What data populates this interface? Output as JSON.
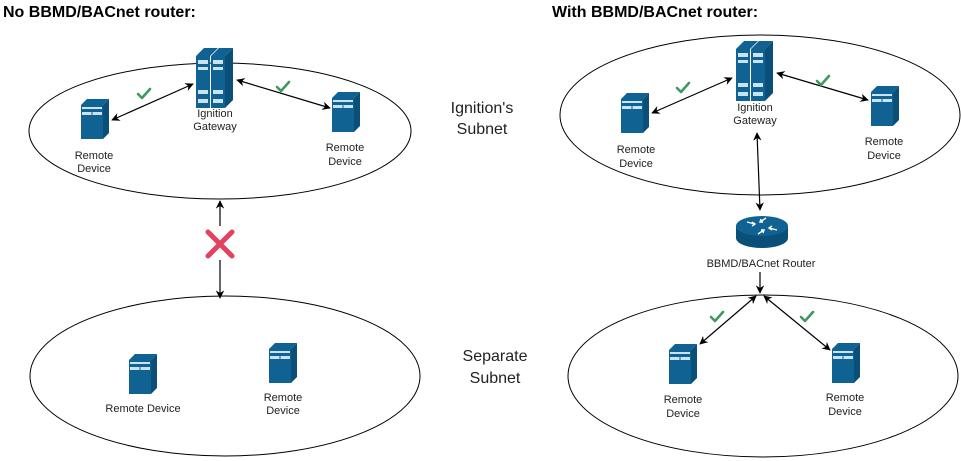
{
  "colors": {
    "device": "#0f6292",
    "device_side": "#0a4f78",
    "device_light": "#c9e3f2",
    "check": "#3d9a5c",
    "cross": "#e2415f",
    "line": "#000000"
  },
  "left_panel": {
    "title": "No BBMD/BACnet router:",
    "ignition_subnet": {
      "gateway_label": [
        "Ignition",
        "Gateway"
      ],
      "device_left_label": [
        "Remote",
        "Device"
      ],
      "device_right_label": [
        "Remote",
        "Device"
      ],
      "links": [
        {
          "from": "device_left",
          "to": "gateway",
          "status": "ok",
          "icon": "check-icon"
        },
        {
          "from": "gateway",
          "to": "device_right",
          "status": "ok",
          "icon": "check-icon"
        }
      ]
    },
    "inter_subnet_link": {
      "status": "blocked",
      "icon": "cross-icon"
    },
    "separate_subnet": {
      "device_left_label": [
        "Remote Device"
      ],
      "device_right_label": [
        "Remote",
        "Device"
      ]
    }
  },
  "middle_labels": {
    "ignition_subnet": [
      "Ignition's",
      "Subnet"
    ],
    "separate_subnet": [
      "Separate",
      "Subnet"
    ]
  },
  "right_panel": {
    "title": "With BBMD/BACnet router:",
    "ignition_subnet": {
      "gateway_label": [
        "Ignition",
        "Gateway"
      ],
      "device_left_label": [
        "Remote",
        "Device"
      ],
      "device_right_label": [
        "Remote",
        "Device"
      ],
      "links": [
        {
          "from": "device_left",
          "to": "gateway",
          "status": "ok",
          "icon": "check-icon"
        },
        {
          "from": "gateway",
          "to": "device_right",
          "status": "ok",
          "icon": "check-icon"
        }
      ]
    },
    "router_label": "BBMD/BACnet Router",
    "separate_subnet": {
      "device_left_label": [
        "Remote",
        "Device"
      ],
      "device_right_label": [
        "Remote",
        "Device"
      ],
      "links": [
        {
          "from": "router_junction",
          "to": "device_left",
          "status": "ok",
          "icon": "check-icon"
        },
        {
          "from": "router_junction",
          "to": "device_right",
          "status": "ok",
          "icon": "check-icon"
        }
      ]
    }
  }
}
